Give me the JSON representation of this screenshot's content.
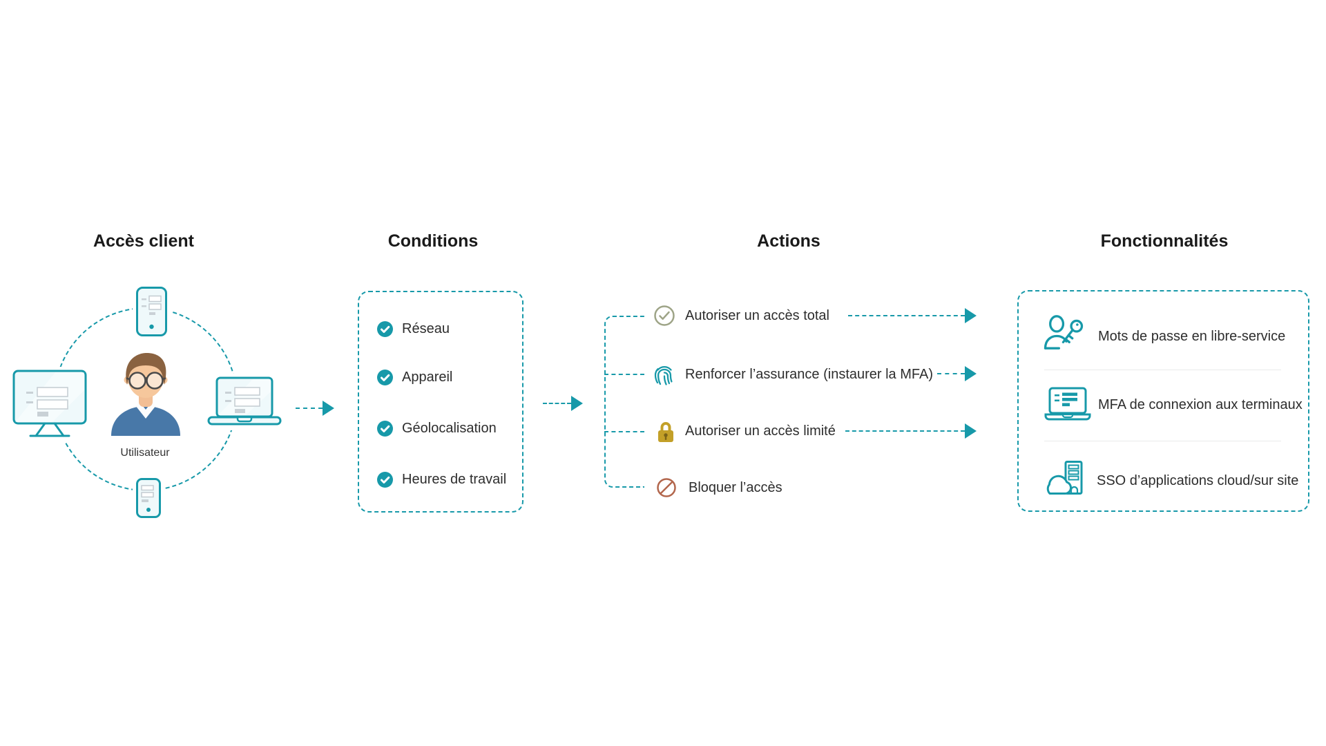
{
  "client": {
    "title": "Accès client",
    "user_label": "Utilisateur",
    "devices": [
      "tablet-icon",
      "monitor-icon",
      "laptop-icon",
      "phone-icon",
      "user-avatar"
    ]
  },
  "conditions": {
    "title": "Conditions",
    "item_icon": "check-badge-icon",
    "items": [
      "Réseau",
      "Appareil",
      "Géolocalisation",
      "Heures de travail"
    ]
  },
  "actions": {
    "title": "Actions",
    "items": [
      {
        "label": "Autoriser un accès total",
        "icon": "check-circle-icon",
        "arrow": true
      },
      {
        "label": "Renforcer l’assurance (instaurer la MFA)",
        "icon": "fingerprint-icon",
        "arrow": true
      },
      {
        "label": "Autoriser un accès limité",
        "icon": "lock-icon",
        "arrow": true
      },
      {
        "label": "Bloquer l’accès",
        "icon": "block-icon",
        "arrow": false
      }
    ]
  },
  "features": {
    "title": "Fonctionnalités",
    "items": [
      {
        "label": "Mots de passe en libre-service",
        "icon": "user-key-icon"
      },
      {
        "label": "MFA de connexion aux terminaux",
        "icon": "laptop-mfa-icon"
      },
      {
        "label": "SSO d’applications cloud/sur site",
        "icon": "cloud-building-icon"
      }
    ]
  },
  "colors": {
    "teal": "#1799A9",
    "title_text": "#1A1A1A",
    "body_text": "#2D2D2D",
    "check_badge": "#1799A9",
    "allow_total_olive": "#9EA487",
    "lock_gold": "#C3A028",
    "block_brick": "#B2664C"
  }
}
